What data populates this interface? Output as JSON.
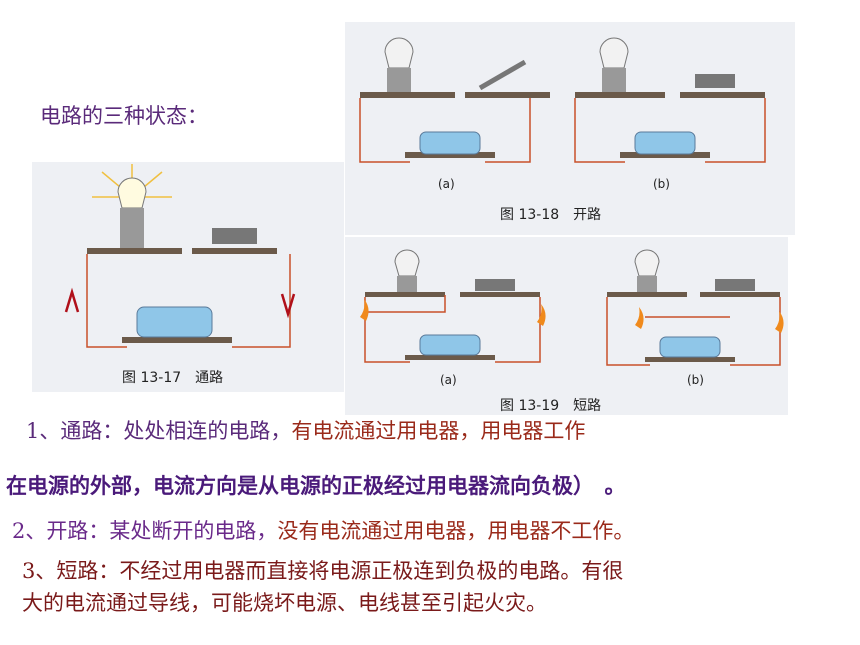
{
  "heading": "电路的三种状态：",
  "fig_closed": {
    "caption": "图 13-17　通路"
  },
  "fig_open": {
    "caption": "图 13-18　开路",
    "sub_a": "(a)",
    "sub_b": "(b)"
  },
  "fig_short": {
    "caption": "图 13-19　短路",
    "sub_a": "(a)",
    "sub_b": "(b)"
  },
  "lines": {
    "closed_a": "1、通路：处处相连的电路，",
    "closed_b": "有电流通过用电器，用电器工作",
    "closed_c": "在电源的外部，电流方向是从电源的正极经过用电器流向负极）　。",
    "open_a": "2、开路：某处断开的电路，",
    "open_b": "没有电流通过用电器，用电器不工作。",
    "short_a": "3、短路：不经过用电器而直接将电源正极连到负极的电路。有很",
    "short_b": "大的电流通过导线，可能烧坏电源、电线甚至引起火灾。"
  },
  "colors": {
    "wire": "#c8502a",
    "board": "#6b5a4a",
    "battery": "#8fc6e8",
    "flame": "#f08a1c",
    "arrow": "#b0101a"
  }
}
